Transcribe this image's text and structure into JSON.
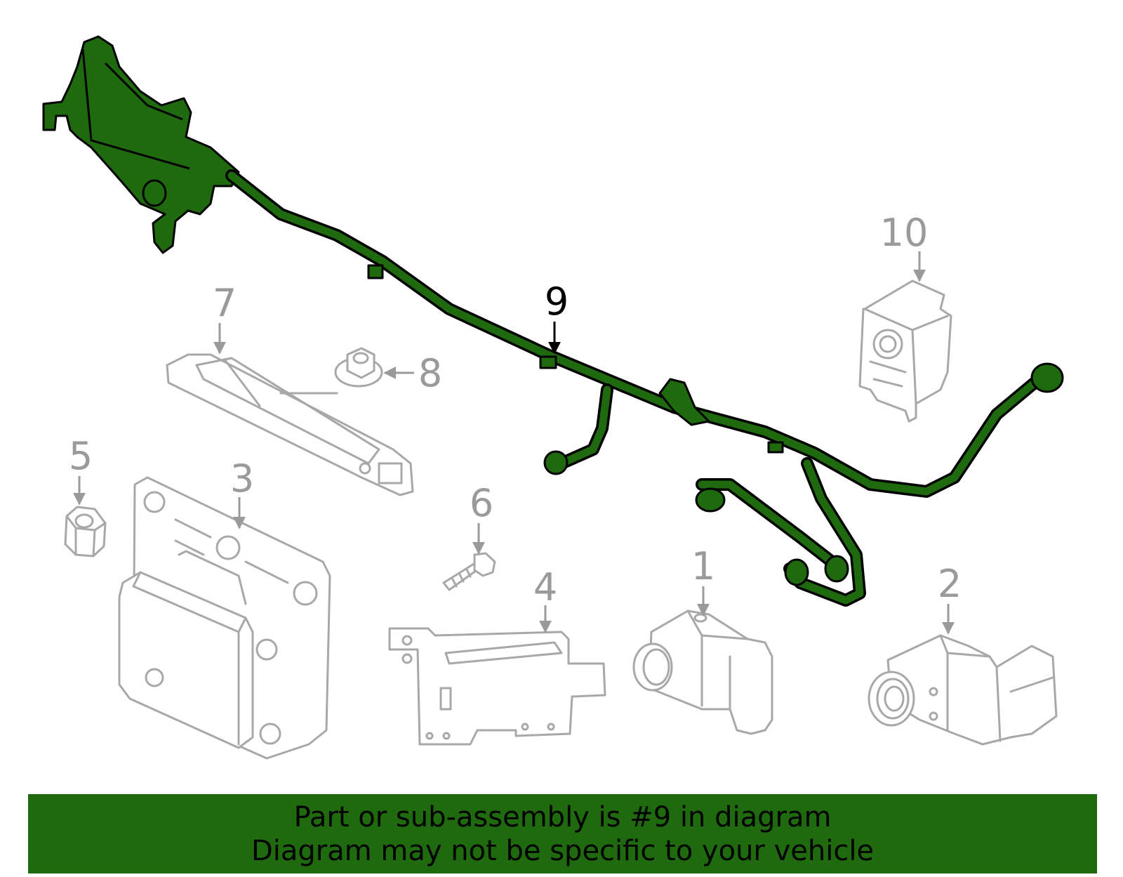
{
  "colors": {
    "highlight": "#1f6a0f",
    "part_outline": "#a8a8a8",
    "callout_text": "#9a9a9a",
    "selected_callout_text": "#000000",
    "banner_background": "#1f6a0f"
  },
  "selected_part": "9",
  "callouts": {
    "c1": "1",
    "c2": "2",
    "c3": "3",
    "c4": "4",
    "c5": "5",
    "c6": "6",
    "c7": "7",
    "c8": "8",
    "c9": "9",
    "c10": "10"
  },
  "banner": {
    "line1": "Part or sub-assembly is #9 in diagram",
    "line2": "Diagram may not be specific to your vehicle"
  }
}
